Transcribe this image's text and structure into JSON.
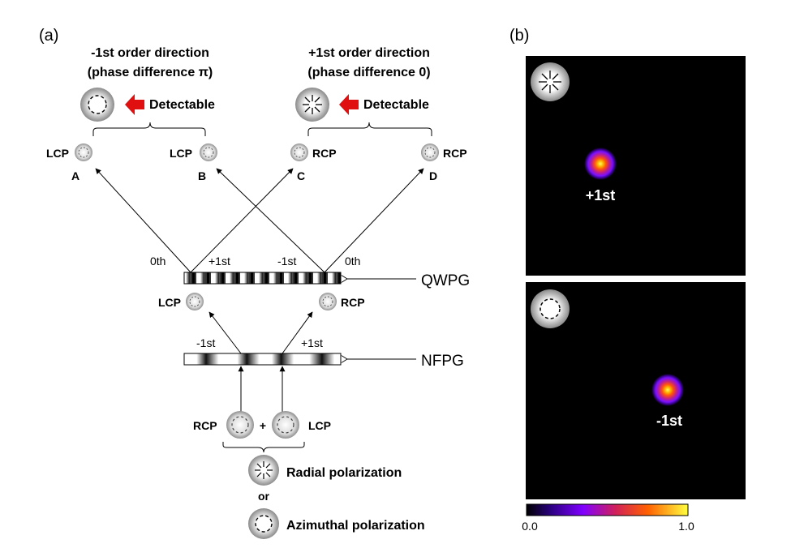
{
  "panel_a": {
    "label": "(a)",
    "minus_heading_1": "-1st order direction",
    "minus_heading_2": "(phase difference π)",
    "plus_heading_1": "+1st order direction",
    "plus_heading_2": "(phase difference 0)",
    "detectable_left": "Detectable",
    "detectable_right": "Detectable",
    "out_lcp_a": "LCP",
    "out_lcp_b": "LCP",
    "out_rcp_c": "RCP",
    "out_rcp_d": "RCP",
    "point_a": "A",
    "point_b": "B",
    "point_c": "C",
    "point_d": "D",
    "order_0th_left": "0th",
    "order_plus1_left": "+1st",
    "order_minus1_right": "-1st",
    "order_0th_right": "0th",
    "qwpg_label": "QWPG",
    "mid_lcp": "LCP",
    "mid_rcp": "RCP",
    "order_minus1_nfpg": "-1st",
    "order_plus1_nfpg": "+1st",
    "nfpg_label": "NFPG",
    "input_rcp": "RCP",
    "plus_sign": "+",
    "input_lcp": "LCP",
    "radial_label": "Radial polarization",
    "or_label": "or",
    "azimuthal_label": "Azimuthal polarization"
  },
  "panel_b": {
    "label": "(b)",
    "top_spot_label": "+1st",
    "bottom_spot_label": "-1st",
    "colorbar_min": "0.0",
    "colorbar_max": "1.0",
    "colors": {
      "background": "#000000",
      "colormap": [
        "#000000",
        "#2a0080",
        "#8000ff",
        "#d0205a",
        "#ff6000",
        "#ffff40"
      ],
      "arrow_red": "#e01010"
    }
  }
}
